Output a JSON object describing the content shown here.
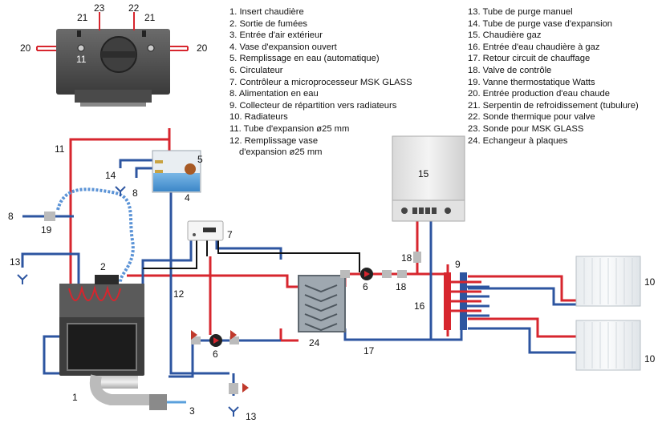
{
  "legend_col1": [
    "1. Insert chaudière",
    "2. Sortie de fumées",
    "3. Entrée d'air extérieur",
    "4. Vase d'expansion ouvert",
    "5. Remplissage en eau (automatique)",
    "6. Circulateur",
    "7. Contrôleur a microprocesseur MSK GLASS",
    "8. Alimentation en eau",
    "9. Collecteur de répartition vers radiateurs",
    "10. Radiateurs",
    "11. Tube d'expansion ø25 mm",
    "12. Remplissage vase",
    "d'expansion ø25 mm"
  ],
  "legend_col2": [
    "13. Tube de purge manuel",
    "14. Tube de purge vase d'expansion",
    "15. Chaudière gaz",
    "16. Entrée d'eau chaudière à gaz",
    "17. Retour circuit de chauffage",
    "18. Valve de contrôle",
    "19. Vanne thermostatique Watts",
    "20. Entrée production d'eau chaude",
    "21. Serpentin de refroidissement (tubulure)",
    "22. Sonde thermique pour valve",
    "23. Sonde pour MSK GLASS",
    "24. Echangeur à plaques"
  ],
  "labels": {
    "n1": "1",
    "n2": "2",
    "n3": "3",
    "n4": "4",
    "n5": "5",
    "n6a": "6",
    "n6b": "6",
    "n7": "7",
    "n8a": "8",
    "n8b": "8",
    "n9": "9",
    "n10a": "10",
    "n10b": "10",
    "n11a": "11",
    "n11b": "11",
    "n12": "12",
    "n13a": "13",
    "n13b": "13",
    "n14": "14",
    "n15": "15",
    "n16": "16",
    "n17": "17",
    "n18a": "18",
    "n18b": "18",
    "n19": "19",
    "n20a": "20",
    "n20b": "20",
    "n21a": "21",
    "n21b": "21",
    "n22": "22",
    "n23": "23",
    "n24": "24"
  },
  "colors": {
    "hot": "#d7262e",
    "cold": "#2d55a0"
  }
}
